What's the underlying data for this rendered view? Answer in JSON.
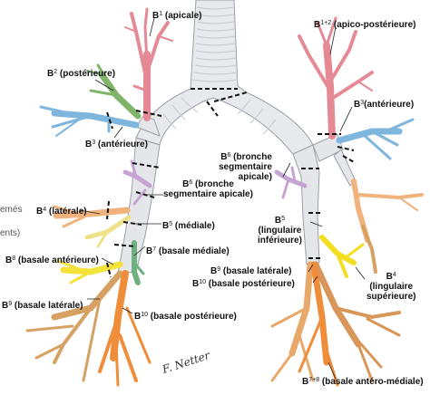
{
  "colors": {
    "trachea": "#e6e8ec",
    "apical": "#e58a95",
    "posterior": "#7fb56a",
    "anterior": "#7fb6dd",
    "superior": "#c7a3d3",
    "lateral": "#f1b37e",
    "medial": "#efe18a",
    "basal_medial": "#6fb07f",
    "lingula_sup": "#f2de1f",
    "basal_ant": "#f4e33b",
    "basal_lat": "#d6a163",
    "basal_post": "#f08d3a",
    "anteromedial": "#d8965a"
  },
  "labels": {
    "apicale": {
      "num": "B",
      "sup": "1",
      "text": " (apicale)"
    },
    "posterieure": {
      "num": "B",
      "sup": "2",
      "text": " (postérieure)"
    },
    "anterieure_right": {
      "num": "B",
      "sup": "3",
      "text": " (antérieure)"
    },
    "seg_apicale_right": {
      "num": "B",
      "sup": "6",
      "line1": " (bronche",
      "line2": "segmentaire apicale)"
    },
    "laterale": {
      "num": "B",
      "sup": "4",
      "text": " (latérale)"
    },
    "mediale": {
      "num": "B",
      "sup": "5",
      "text": " (médiale)"
    },
    "basale_mediale": {
      "num": "B",
      "sup": "7",
      "text": " (basale médiale)"
    },
    "basale_anterieure": {
      "num": "B",
      "sup": "8",
      "text": " (basale antérieure)"
    },
    "basale_laterale_right": {
      "num": "B",
      "sup": "9",
      "text": " (basale latérale)"
    },
    "basale_posterieure_right": {
      "num": "B",
      "sup": "10",
      "text": " (basale postérieure)"
    },
    "apico_posterieure": {
      "num": "B",
      "sup": "1+2",
      "text": " (apico-postérieure)"
    },
    "anterieure_left": {
      "num": "B",
      "sup": "3",
      "text": "(antérieure)"
    },
    "seg_apicale_left": {
      "num": "B",
      "sup": "6",
      "line1": " (bronche",
      "line2": "segmentaire",
      "line3": "apicale)"
    },
    "lingulaire_inf": {
      "num": "B",
      "sup": "5",
      "line1": "(lingulaire",
      "line2": "inférieure)"
    },
    "basale_laterale_left": {
      "num": "B",
      "sup": "9",
      "text": " (basale latérale)"
    },
    "basale_posterieure_left": {
      "num": "B",
      "sup": "10",
      "text": " (basale postérieure)"
    },
    "lingulaire_sup": {
      "num": "B",
      "sup": "4",
      "line1": "(lingulaire",
      "line2": "supérieure)"
    },
    "antero_mediale": {
      "num": "B",
      "sup": "7+8",
      "text": " (basale antéro-médiale)"
    }
  },
  "side_fragments": {
    "top": "emés",
    "bottom": "ents)"
  },
  "signature": "F. Netter"
}
